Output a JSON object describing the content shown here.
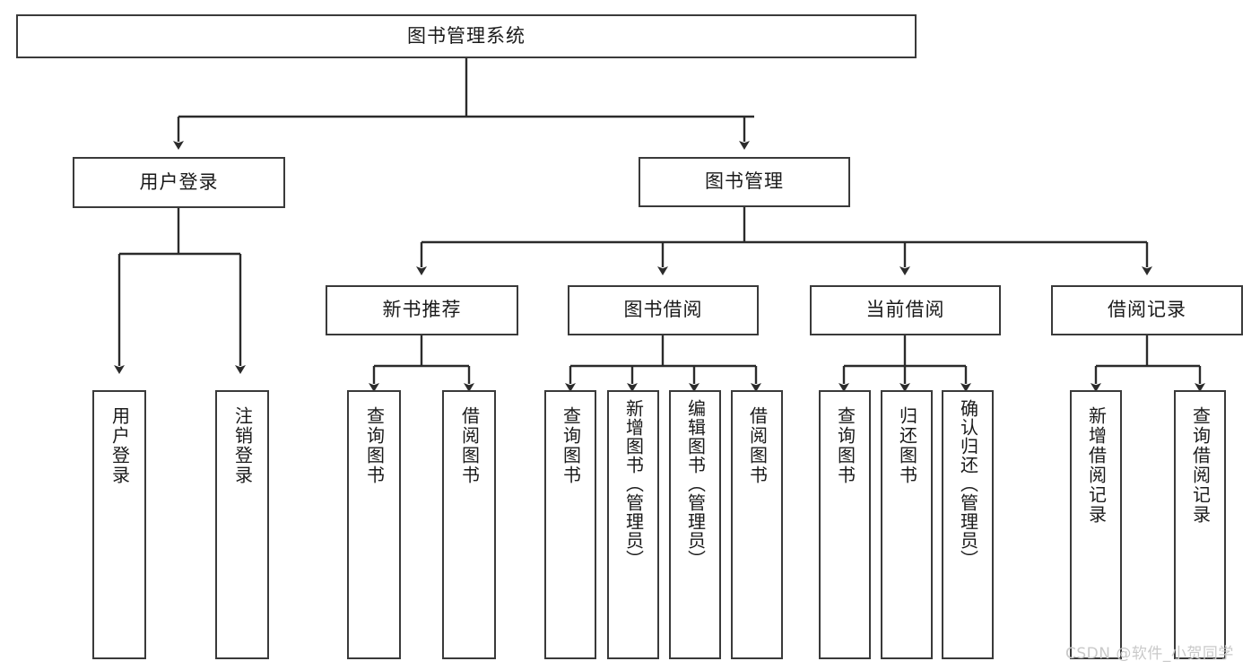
{
  "diagram": {
    "title": "图书管理系统",
    "type": "tree-hierarchy-chart",
    "watermark": "CSDN @软件_小贺同学",
    "colors": {
      "background": "#ffffff",
      "box_border": "#3a3a3a",
      "edge": "#2b2b2b",
      "text": "#1a1a1a",
      "watermark": "#c9c9c9"
    },
    "levels": {
      "root": {
        "label": "图书管理系统"
      },
      "level2": [
        {
          "label": "用户登录"
        },
        {
          "label": "图书管理"
        }
      ],
      "level3": [
        {
          "label": "新书推荐"
        },
        {
          "label": "图书借阅"
        },
        {
          "label": "当前借阅"
        },
        {
          "label": "借阅记录"
        }
      ],
      "leaves": {
        "user_login": [
          {
            "label": "用户登录"
          },
          {
            "label": "注销登录"
          }
        ],
        "new_book_recommend": [
          {
            "label": "查询图书"
          },
          {
            "label": "借阅图书"
          }
        ],
        "book_borrow": [
          {
            "label": "查询图书"
          },
          {
            "label": "新增图书（管理员）"
          },
          {
            "label": "编辑图书（管理员）"
          },
          {
            "label": "借阅图书"
          }
        ],
        "current_borrow": [
          {
            "label": "查询图书"
          },
          {
            "label": "归还图书"
          },
          {
            "label": "确认归还（管理员）"
          }
        ],
        "borrow_record": [
          {
            "label": "新增借阅记录"
          },
          {
            "label": "查询借阅记录"
          }
        ]
      }
    }
  }
}
